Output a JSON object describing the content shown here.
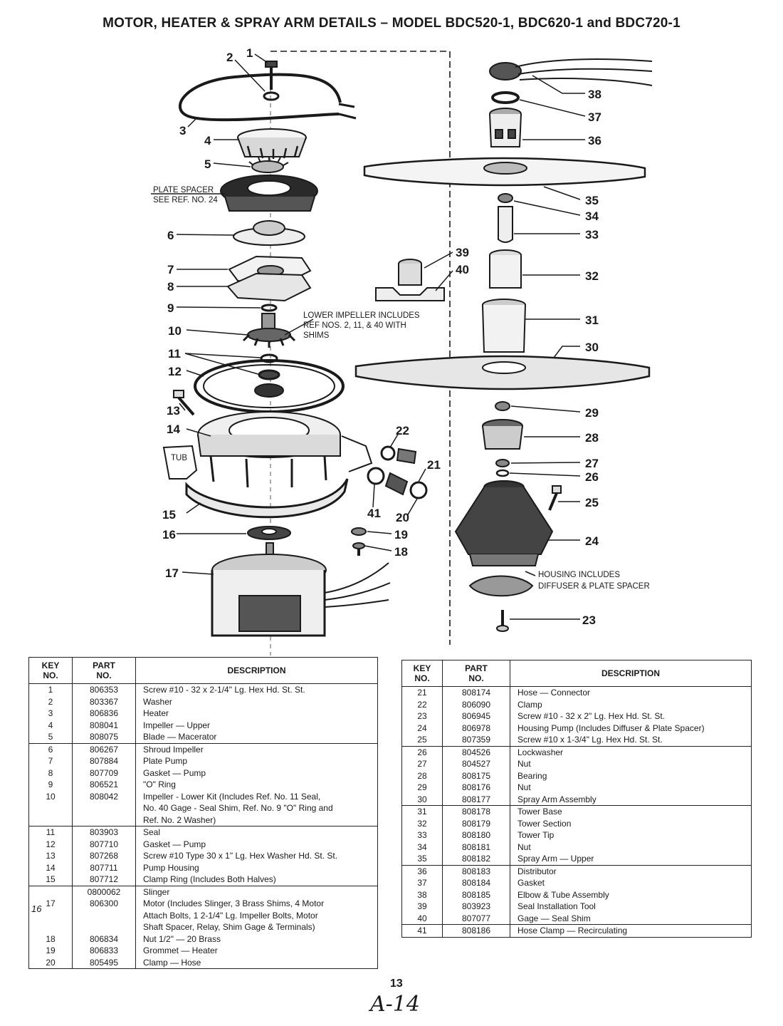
{
  "title": "MOTOR, HEATER & SPRAY ARM DETAILS – MODEL BDC520-1, BDC620-1 and BDC720-1",
  "notes": {
    "plate_spacer": [
      "PLATE SPACER",
      "SEE REF. NO. 24"
    ],
    "lower_impeller": [
      "LOWER IMPELLER INCLUDES",
      "REF NOS. 2, 11, & 40 WITH",
      "SHIMS"
    ],
    "housing": [
      "HOUSING INCLUDES",
      "DIFFUSER & PLATE SPACER"
    ],
    "tub": "TUB"
  },
  "callouts": [
    "1",
    "2",
    "3",
    "4",
    "5",
    "6",
    "7",
    "8",
    "9",
    "10",
    "11",
    "12",
    "13",
    "14",
    "15",
    "16",
    "17",
    "18",
    "19",
    "20",
    "21",
    "22",
    "23",
    "24",
    "25",
    "26",
    "27",
    "28",
    "29",
    "30",
    "31",
    "32",
    "33",
    "34",
    "35",
    "36",
    "37",
    "38",
    "39",
    "40",
    "41"
  ],
  "table_headers": {
    "key": [
      "KEY",
      "NO."
    ],
    "part": [
      "PART",
      "NO."
    ],
    "desc": "DESCRIPTION"
  },
  "left_groups": [
    [
      {
        "key": "1",
        "part": "806353",
        "desc": [
          "Screw #10 - 32 x 2-1/4\" Lg. Hex Hd. St. St."
        ]
      },
      {
        "key": "2",
        "part": "803367",
        "desc": [
          "Washer"
        ]
      },
      {
        "key": "3",
        "part": "806836",
        "desc": [
          "Heater"
        ]
      },
      {
        "key": "4",
        "part": "808041",
        "desc": [
          "Impeller — Upper"
        ]
      },
      {
        "key": "5",
        "part": "808075",
        "desc": [
          "Blade — Macerator"
        ]
      }
    ],
    [
      {
        "key": "6",
        "part": "806267",
        "desc": [
          "Shroud Impeller"
        ]
      },
      {
        "key": "7",
        "part": "807884",
        "desc": [
          "Plate Pump"
        ]
      },
      {
        "key": "8",
        "part": "807709",
        "desc": [
          "Gasket — Pump"
        ]
      },
      {
        "key": "9",
        "part": "806521",
        "desc": [
          "\"O\" Ring"
        ]
      },
      {
        "key": "10",
        "part": "808042",
        "desc": [
          "Impeller - Lower Kit (Includes Ref. No. 11 Seal,",
          "No. 40 Gage - Seal Shim, Ref. No. 9 \"O\" Ring and",
          "Ref. No. 2 Washer)"
        ]
      }
    ],
    [
      {
        "key": "11",
        "part": "803903",
        "desc": [
          "Seal"
        ]
      },
      {
        "key": "12",
        "part": "807710",
        "desc": [
          "Gasket — Pump"
        ]
      },
      {
        "key": "13",
        "part": "807268",
        "desc": [
          "Screw #10 Type 30 x 1\" Lg. Hex Washer Hd. St. St."
        ]
      },
      {
        "key": "14",
        "part": "807711",
        "desc": [
          "Pump Housing"
        ]
      },
      {
        "key": "15",
        "part": "807712",
        "desc": [
          "Clamp Ring (Includes Both Halves)"
        ]
      }
    ],
    [
      {
        "key": "",
        "part": "0800062",
        "desc": [
          "Slinger"
        ]
      },
      {
        "key": "17",
        "part": "806300",
        "desc": [
          "Motor (Includes Slinger, 3 Brass Shims, 4 Motor",
          "Attach Bolts, 1 2-1/4\" Lg. Impeller Bolts, Motor",
          "Shaft Spacer, Relay, Shim Gage & Terminals)"
        ]
      },
      {
        "key": "18",
        "part": "806834",
        "desc": [
          "Nut 1/2\" — 20 Brass"
        ]
      },
      {
        "key": "19",
        "part": "806833",
        "desc": [
          "Grommet — Heater"
        ]
      },
      {
        "key": "20",
        "part": "805495",
        "desc": [
          "Clamp — Hose"
        ]
      }
    ]
  ],
  "right_groups": [
    [
      {
        "key": "21",
        "part": "808174",
        "desc": [
          "Hose — Connector"
        ]
      },
      {
        "key": "22",
        "part": "806090",
        "desc": [
          "Clamp"
        ]
      },
      {
        "key": "23",
        "part": "806945",
        "desc": [
          "Screw #10 - 32 x 2\" Lg. Hex Hd. St. St."
        ]
      },
      {
        "key": "24",
        "part": "806978",
        "desc": [
          "Housing Pump (Includes Diffuser & Plate Spacer)"
        ]
      },
      {
        "key": "25",
        "part": "807359",
        "desc": [
          "Screw #10 x 1-3/4\" Lg. Hex Hd. St. St."
        ]
      }
    ],
    [
      {
        "key": "26",
        "part": "804526",
        "desc": [
          "Lockwasher"
        ]
      },
      {
        "key": "27",
        "part": "804527",
        "desc": [
          "Nut"
        ]
      },
      {
        "key": "28",
        "part": "808175",
        "desc": [
          "Bearing"
        ]
      },
      {
        "key": "29",
        "part": "808176",
        "desc": [
          "Nut"
        ]
      },
      {
        "key": "30",
        "part": "808177",
        "desc": [
          "Spray Arm Assembly"
        ]
      }
    ],
    [
      {
        "key": "31",
        "part": "808178",
        "desc": [
          "Tower Base"
        ]
      },
      {
        "key": "32",
        "part": "808179",
        "desc": [
          "Tower Section"
        ]
      },
      {
        "key": "33",
        "part": "808180",
        "desc": [
          "Tower Tip"
        ]
      },
      {
        "key": "34",
        "part": "808181",
        "desc": [
          "Nut"
        ]
      },
      {
        "key": "35",
        "part": "808182",
        "desc": [
          "Spray Arm — Upper"
        ]
      }
    ],
    [
      {
        "key": "36",
        "part": "808183",
        "desc": [
          "Distributor"
        ]
      },
      {
        "key": "37",
        "part": "808184",
        "desc": [
          "Gasket"
        ]
      },
      {
        "key": "38",
        "part": "808185",
        "desc": [
          "Elbow & Tube Assembly"
        ]
      },
      {
        "key": "39",
        "part": "803923",
        "desc": [
          "Seal Installation Tool"
        ]
      },
      {
        "key": "40",
        "part": "807077",
        "desc": [
          "Gage — Seal Shim"
        ]
      }
    ],
    [
      {
        "key": "41",
        "part": "808186",
        "desc": [
          "Hose Clamp — Recirculating"
        ]
      }
    ]
  ],
  "handwritten_key_16": "16",
  "page_number": "13",
  "handwritten_page": "A-14"
}
